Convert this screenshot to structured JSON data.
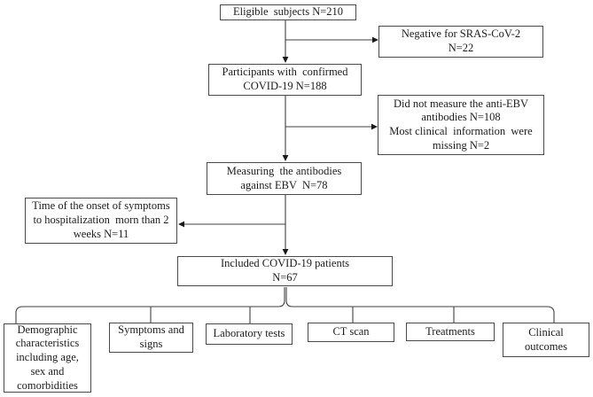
{
  "colors": {
    "background": "#ffffff",
    "box_border": "#4a4a4a",
    "connector_line": "#3f3f3f",
    "text": "#1c1c1c"
  },
  "boxes": {
    "eligible": {
      "lines": [
        "Eligible  subjects N=210"
      ]
    },
    "negative": {
      "lines": [
        "Negative for SRAS-CoV-2",
        "N=22"
      ]
    },
    "participants": {
      "lines": [
        "Participants with  confirmed",
        "COVID-19 N=188"
      ]
    },
    "not_measured": {
      "lines": [
        "Did not measure the anti-EBV",
        "antibodies N=108",
        "Most clinical  information  were",
        "missing N=2"
      ]
    },
    "measuring": {
      "lines": [
        "Measuring  the antibodies",
        "against EBV  N=78"
      ]
    },
    "onset_time": {
      "lines": [
        "Time of the onset of symptoms",
        "to hospitalization  morn than 2",
        "weeks N=11"
      ]
    },
    "included": {
      "lines": [
        "Included COVID-19 patients",
        "N=67"
      ]
    },
    "demographic": {
      "lines": [
        "Demographic",
        "characteristics",
        "including age,",
        "sex and",
        "comorbidities"
      ]
    },
    "symptoms": {
      "lines": [
        "Symptoms and",
        "signs"
      ]
    },
    "laboratory": {
      "lines": [
        "Laboratory tests"
      ]
    },
    "ct_scan": {
      "lines": [
        "CT scan"
      ]
    },
    "treatments": {
      "lines": [
        "Treatments"
      ]
    },
    "clinical": {
      "lines": [
        "Clinical",
        "outcomes"
      ]
    }
  }
}
